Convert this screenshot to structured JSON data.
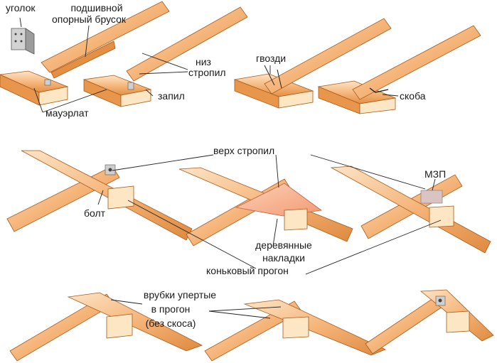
{
  "colors": {
    "wood_light": "#fbe0c0",
    "wood_mid": "#f6b57a",
    "wood_dark": "#e08a3e",
    "wood_edge": "#a85a1a",
    "beam_end": "#fde6c4",
    "plate_metal": "#c9c9c9",
    "plate_pink": "#f3a37e",
    "leader": "#222222"
  },
  "labels": {
    "corner": "уголок",
    "support_bar_1": "подшивной",
    "support_bar_2": "опорный брусок",
    "rafter_bottom_1": "низ",
    "rafter_bottom_2": "стропил",
    "nails": "гвозди",
    "notch": "запил",
    "mauerlat": "мауэрлат",
    "staple": "скоба",
    "rafter_top": "верх стропил",
    "mzp": "МЗП",
    "bolt": "болт",
    "wood_plates_1": "деревянные",
    "wood_plates_2": "накладки",
    "ridge_purlin": "коньковый прогон",
    "notches_1": "врубки упертые",
    "notches_2": "в прогон",
    "notches_3": "(без скоса)"
  }
}
